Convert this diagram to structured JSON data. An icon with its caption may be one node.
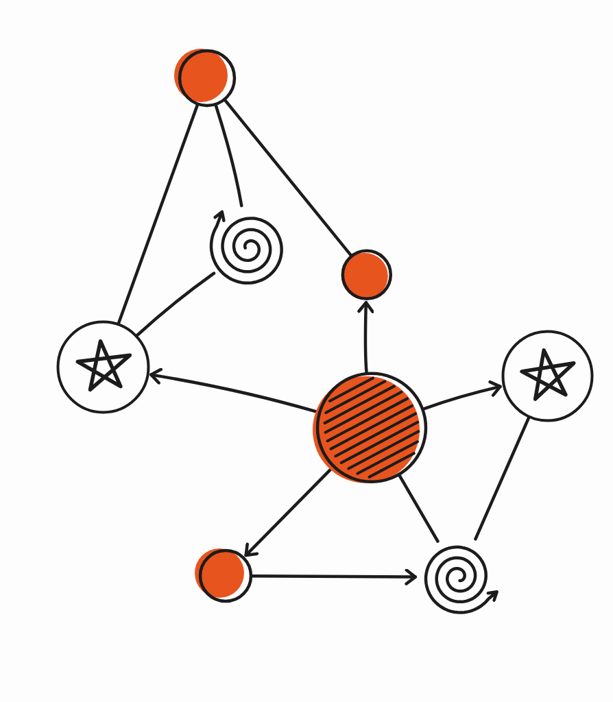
{
  "diagram": {
    "nodes": [
      {
        "text": [],
        "shape": "circle"
      },
      {
        "text": [],
        "shape": "spiral"
      },
      {
        "text": [],
        "shape": "circle"
      },
      {
        "text": [],
        "shape": "star"
      },
      {
        "text": [],
        "shape": "star"
      },
      {
        "text": [],
        "shape": "circle"
      },
      {
        "text": [],
        "shape": "circle"
      },
      {
        "text": [],
        "shape": "spiral"
      }
    ],
    "edges": [
      {
        "from": 0,
        "to": 3,
        "arrow": "none"
      },
      {
        "from": 0,
        "to": 1,
        "arrow": "none"
      },
      {
        "from": 0,
        "to": 2,
        "arrow": "none"
      },
      {
        "from": 1,
        "to": 3,
        "arrow": "none"
      },
      {
        "from": 5,
        "to": 2,
        "arrow": "to"
      },
      {
        "from": 5,
        "to": 3,
        "arrow": "to"
      },
      {
        "from": 5,
        "to": 4,
        "arrow": "to"
      },
      {
        "from": 5,
        "to": 6,
        "arrow": "to"
      },
      {
        "from": 5,
        "to": 7,
        "arrow": "none"
      },
      {
        "from": 4,
        "to": 7,
        "arrow": "none"
      },
      {
        "from": 6,
        "to": 7,
        "arrow": "to"
      }
    ]
  }
}
